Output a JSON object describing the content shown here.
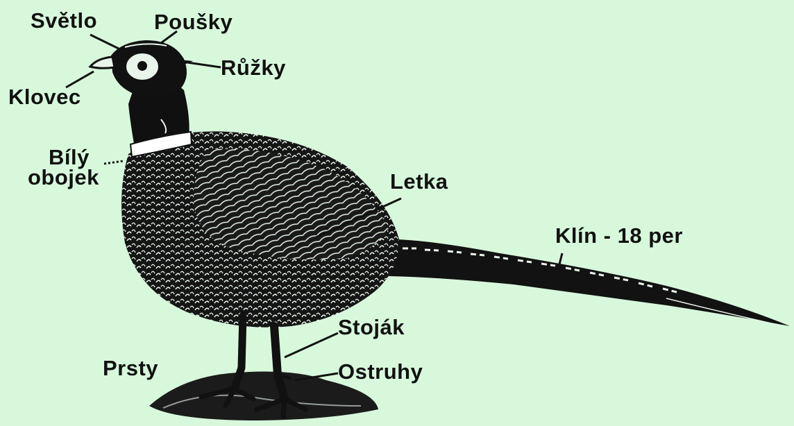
{
  "colors": {
    "background": "#d8f8dc",
    "ink": "#111111",
    "plumage_light": "#e9f5ea",
    "collar": "#ffffff"
  },
  "labels": {
    "svetlo": "Světlo",
    "pousky": "Poušky",
    "ruzky": "Růžky",
    "klovec": "Klovec",
    "bily_line1": "Bílý",
    "bily_line2": "obojek",
    "letka": "Letka",
    "klin": "Klín - 18 per",
    "stojak": "Stoják",
    "prsty": "Prsty",
    "ostruhy": "Ostruhy"
  }
}
